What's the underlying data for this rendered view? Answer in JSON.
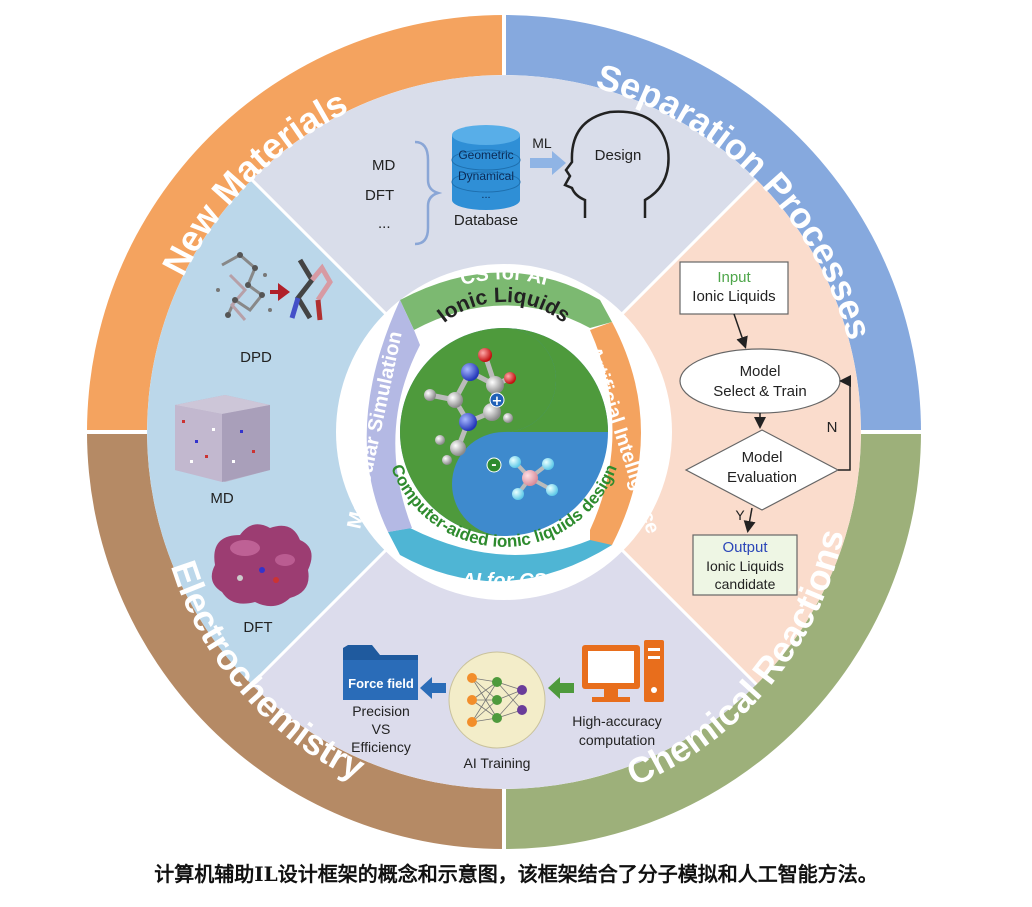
{
  "outer_ring": {
    "new_materials": "New Materials",
    "separation_processes": "Separation Processes",
    "chemical_reactions": "Chemical Reactions",
    "electrochemistry": "Electrochemistry"
  },
  "inner_ring": {
    "cs_for_ai": "CS for AI",
    "artificial_intelligence": "Artificial Intelligence",
    "ai_for_cs": "AI for CS",
    "molecular_simulation": "Molecular Simulation"
  },
  "center": {
    "title": "Ionic Liquids",
    "subtitle": "Computer-aided ionic liquids design",
    "plus": "+",
    "minus": "-"
  },
  "top_panel": {
    "md": "MD",
    "dft": "DFT",
    "dots": "...",
    "db_geometric": "Geometric",
    "db_dynamical": "Dynamical",
    "db_dots": "...",
    "db_label": "Database",
    "ml": "ML",
    "design": "Design"
  },
  "left_panel": {
    "dpd": "DPD",
    "md": "MD",
    "dft": "DFT"
  },
  "right_panel": {
    "input_head": "Input",
    "input_body": "Ionic Liquids",
    "model_l1": "Model",
    "model_l2": "Select & Train",
    "eval_l1": "Model",
    "eval_l2": "Evaluation",
    "n": "N",
    "y": "Y",
    "output_head": "Output",
    "output_l1": "Ionic Liquids",
    "output_l2": "candidate"
  },
  "bottom_panel": {
    "force_field": "Force field",
    "precision": "Precision",
    "vs": "VS",
    "efficiency": "Efficiency",
    "ai_training": "AI Training",
    "high_accuracy": "High-accuracy",
    "computation": "computation"
  },
  "caption": "计算机辅助IL设计框架的概念和示意图，该框架结合了分子模拟和人工智能方法。",
  "colors": {
    "new_materials": "#F4A35F",
    "separation": "#86A9DE",
    "chemical": "#9DB07A",
    "electrochem": "#B58A65",
    "top_panel": "#D9DDEA",
    "left_panel": "#BBD7EA",
    "right_panel": "#FADCCC",
    "bottom_panel": "#DCDCEC",
    "green": "#4E9A3C",
    "blue": "#3E8ACD"
  }
}
